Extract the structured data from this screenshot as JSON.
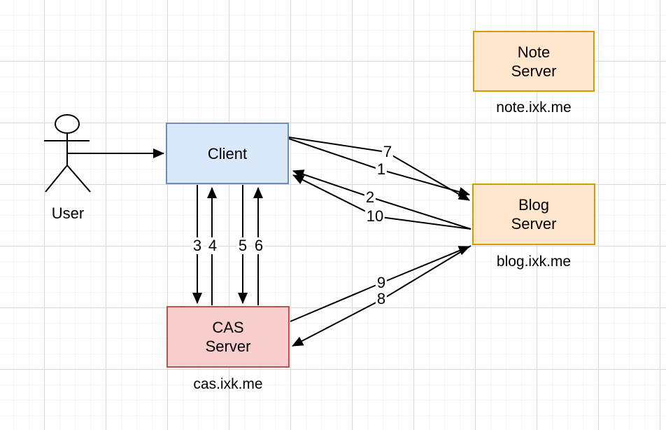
{
  "diagram": {
    "nodes": {
      "user": {
        "label": "User"
      },
      "client": {
        "label": "Client"
      },
      "note": {
        "line1": "Note",
        "line2": "Server",
        "domain": "note.ixk.me"
      },
      "blog": {
        "line1": "Blog",
        "line2": "Server",
        "domain": "blog.ixk.me"
      },
      "cas": {
        "line1": "CAS",
        "line2": "Server",
        "domain": "cas.ixk.me"
      }
    },
    "edges": {
      "e0": {
        "label": "",
        "from": "user",
        "to": "client"
      },
      "e1": {
        "label": "1",
        "from": "client",
        "to": "blog"
      },
      "e2": {
        "label": "2",
        "from": "blog",
        "to": "client"
      },
      "e3": {
        "label": "3",
        "from": "client",
        "to": "cas"
      },
      "e4": {
        "label": "4",
        "from": "cas",
        "to": "client"
      },
      "e5": {
        "label": "5",
        "from": "client",
        "to": "cas"
      },
      "e6": {
        "label": "6",
        "from": "cas",
        "to": "client"
      },
      "e7": {
        "label": "7",
        "from": "client",
        "to": "blog"
      },
      "e8": {
        "label": "8",
        "from": "blog",
        "to": "cas"
      },
      "e9": {
        "label": "9",
        "from": "cas",
        "to": "blog"
      },
      "e10": {
        "label": "10",
        "from": "blog",
        "to": "client"
      }
    },
    "colors": {
      "client_fill": "#dae8fc",
      "client_border": "#6c8ebf",
      "server_fill": "#ffe6cc",
      "server_border": "#d79b00",
      "cas_fill": "#f8cecc",
      "cas_border": "#b85450",
      "edge_stroke": "#000000",
      "grid_minor": "#f3f3f3",
      "grid_major": "#d9d9d9"
    }
  }
}
